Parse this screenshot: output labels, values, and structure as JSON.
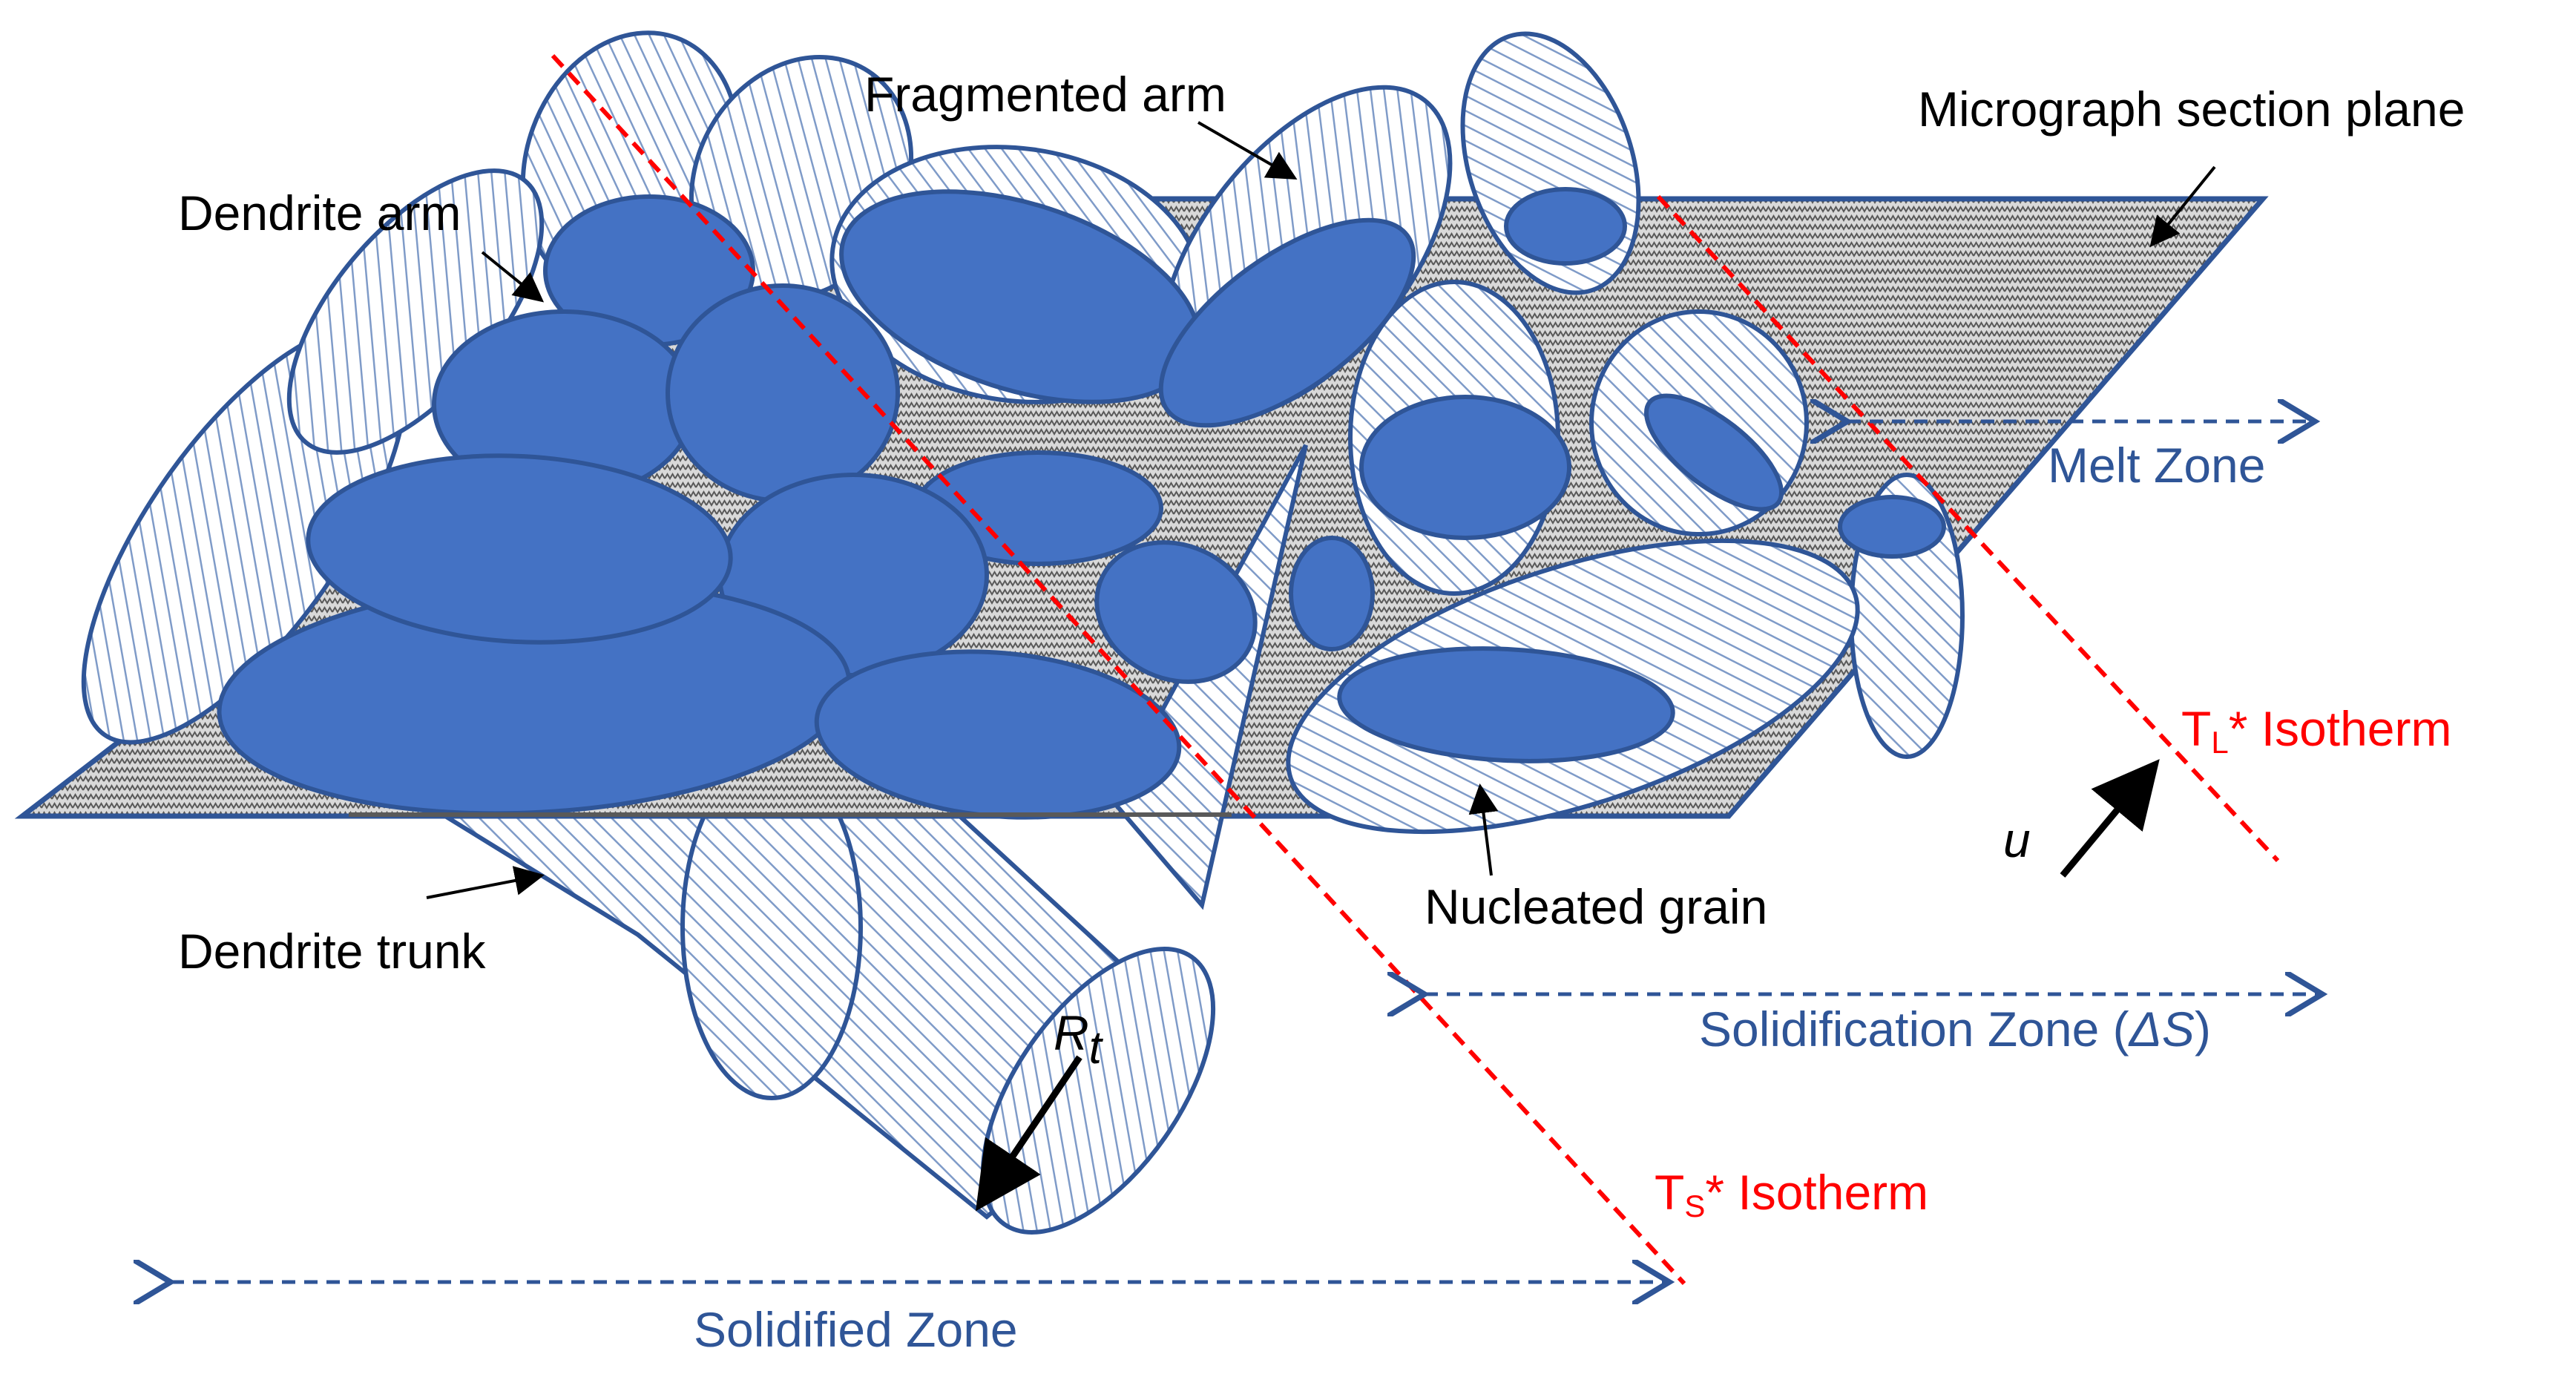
{
  "labels": {
    "fragmented_arm": "Fragmented arm",
    "micrograph_section_plane": "Micrograph section plane",
    "dendrite_arm": "Dendrite arm",
    "melt_zone": "Melt Zone",
    "tl_isotherm_symbol": "T",
    "tl_isotherm_sub": "L",
    "tl_isotherm_rest": "* Isotherm",
    "u": "u",
    "nucleated_grain": "Nucleated grain",
    "dendrite_trunk": "Dendrite trunk",
    "rt_symbol": "R",
    "rt_sub": "t",
    "solidification_zone": "Solidification Zone (",
    "solidification_zone_delta": "ΔS",
    "solidification_zone_close": ")",
    "ts_isotherm_symbol": "T",
    "ts_isotherm_sub": "S",
    "ts_isotherm_rest": "* Isotherm",
    "solidified_zone": "Solidified Zone"
  },
  "colors": {
    "grain_fill": "#4472c4",
    "outline": "#2f5597",
    "isotherm": "#ff0000",
    "plane_fill": "#b4b4b4",
    "hatch": "#7f9bc8",
    "zone_text": "#2f5597"
  }
}
